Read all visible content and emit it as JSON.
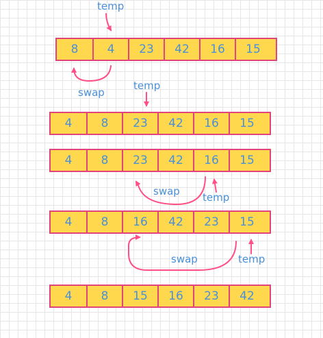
{
  "arrays": [
    [
      "8",
      "4",
      "23",
      "42",
      "16",
      "15"
    ],
    [
      "4",
      "8",
      "23",
      "42",
      "16",
      "15"
    ],
    [
      "4",
      "8",
      "23",
      "42",
      "16",
      "15"
    ],
    [
      "4",
      "8",
      "16",
      "42",
      "23",
      "15"
    ],
    [
      "4",
      "8",
      "15",
      "16",
      "23",
      "42"
    ]
  ],
  "labels": {
    "temp": "temp",
    "swap": "swap"
  },
  "colors": {
    "cell_fill": "#ffd84d",
    "border": "#e0447a",
    "text": "#4a90d9",
    "arrow": "#ff4f86"
  }
}
